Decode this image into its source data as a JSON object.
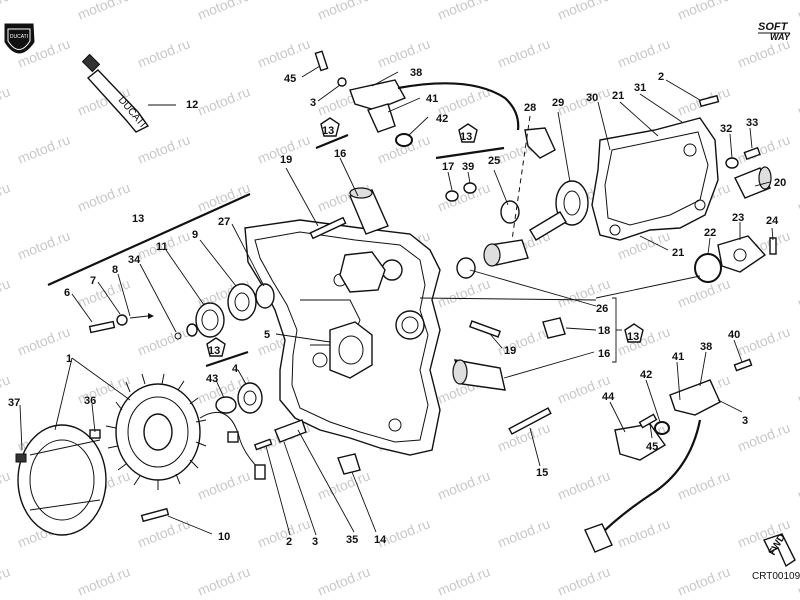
{
  "watermark": "motod.ru",
  "brand": {
    "top": "SOFT",
    "bottom": "WAY"
  },
  "logo_text": "DUCATI",
  "tube_text": "DUCATI",
  "fwd_label": "FWD",
  "drawing_code": "CRT00109",
  "callouts": {
    "c45a": "45",
    "c3a": "3",
    "c38a": "38",
    "c41a": "41",
    "c42a": "42",
    "c12": "12",
    "c13a": "13",
    "c13b": "13",
    "c16a": "16",
    "c19a": "19",
    "c17": "17",
    "c39": "39",
    "c25": "25",
    "c28": "28",
    "c29": "29",
    "c30": "30",
    "c21a": "21",
    "c31": "31",
    "c2a": "2",
    "c32": "32",
    "c33": "33",
    "c20": "20",
    "c23": "23",
    "c24": "24",
    "c22": "22",
    "c21b": "21",
    "c13c": "13",
    "c27": "27",
    "c9": "9",
    "c11": "11",
    "c34": "34",
    "c8": "8",
    "c7": "7",
    "c6": "6",
    "c5": "5",
    "c13d": "13",
    "c4": "4",
    "c43": "43",
    "c1": "1",
    "c37": "37",
    "c36": "36",
    "c10": "10",
    "c2b": "2",
    "c3b": "3",
    "c35": "35",
    "c14": "14",
    "c15": "15",
    "c26": "26",
    "c18": "18",
    "c13e": "13",
    "c16b": "16",
    "c19b": "19",
    "c40": "40",
    "c41b": "41",
    "c38b": "38",
    "c42b": "42",
    "c44": "44",
    "c45b": "45",
    "c3c": "3"
  }
}
